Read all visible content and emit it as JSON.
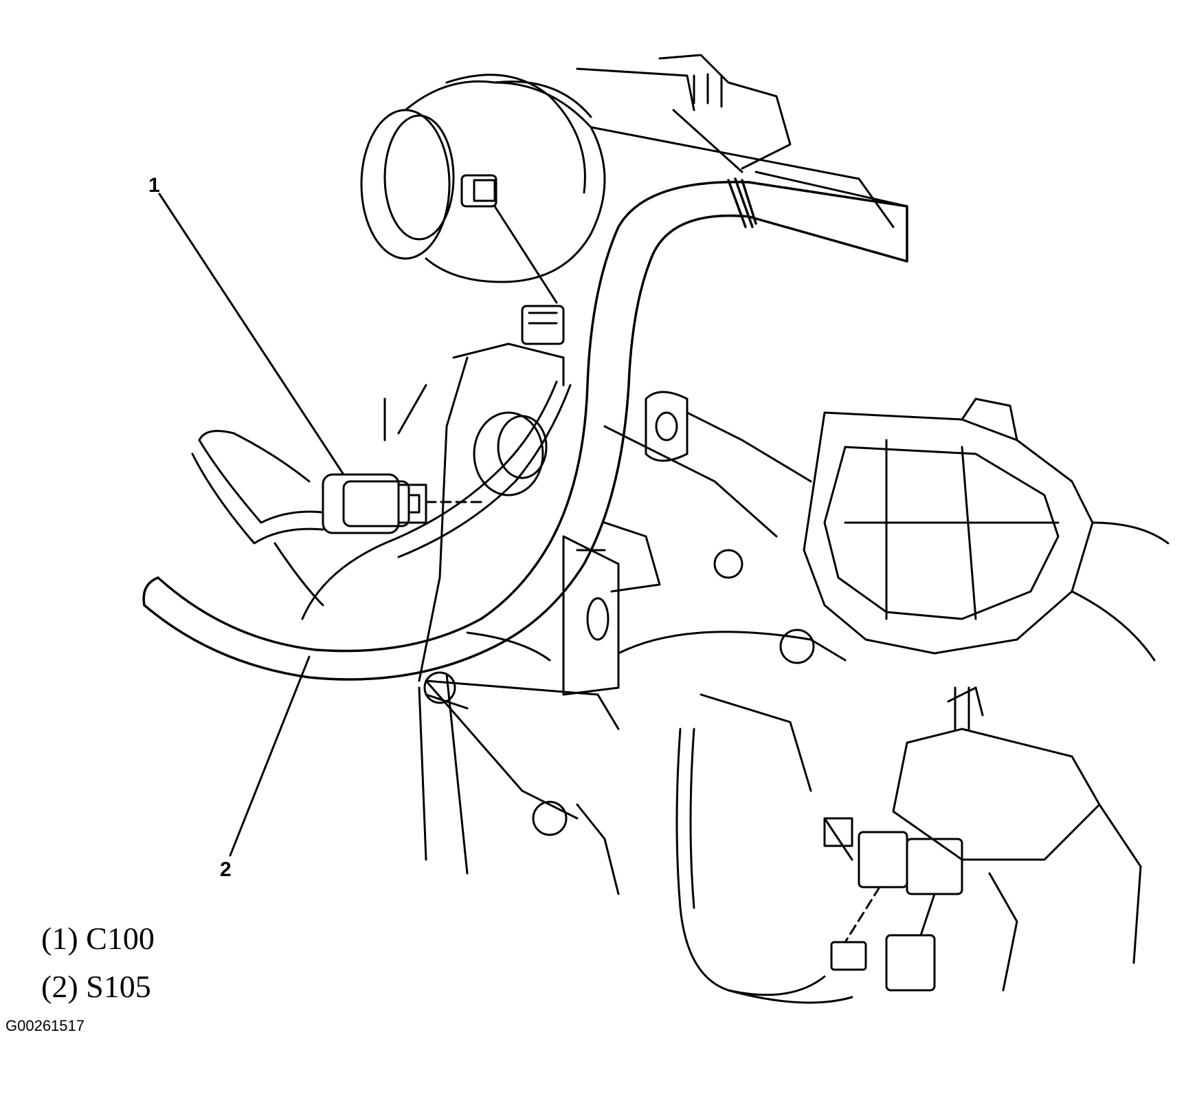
{
  "callouts": [
    "1",
    "2"
  ],
  "legend": [
    {
      "label": "(1) C100"
    },
    {
      "label": "(2) S105"
    }
  ],
  "figure_id": "G00261517"
}
